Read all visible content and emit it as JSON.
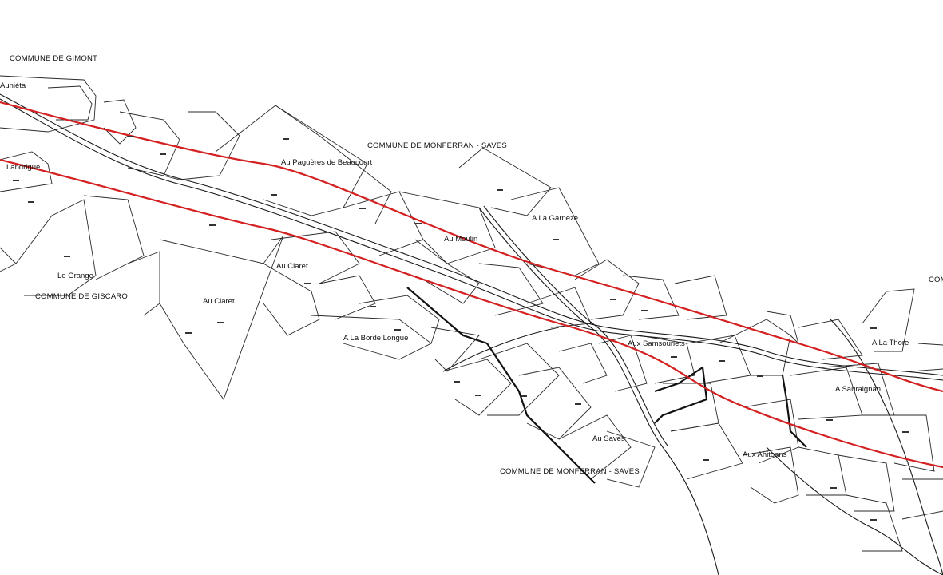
{
  "map": {
    "communes": {
      "gimont": "COMMUNE DE GIMONT",
      "monferran_top": "COMMUNE DE MONFERRAN - SAVES",
      "giscaro": "COMMUNE DE GISCARO",
      "monferran_bottom": "COMMUNE DE MONFERRAN - SAVES",
      "right_edge": "COM"
    },
    "places": {
      "aunieta": "Auniéta",
      "landrigue": "Landrigue",
      "le_grange": "Le Grange",
      "au_paguerres": "Au Paguères de Beaucourt",
      "au_claret_upper": "Au Claret",
      "au_claret_lower": "Au Claret",
      "au_moulin": "Au Moulin",
      "a_la_garneze": "A La Garneze",
      "a_la_borde_longue": "A La Borde Longue",
      "aux_samsouriets": "Aux Samsouriets",
      "a_la_thore": "A La Thore",
      "a_sauraignan": "A Sauraignan",
      "au_saves": "Au Saves",
      "aux_ahitoans": "Aux Ahitoans"
    },
    "colors": {
      "corridor": "#d42020",
      "linework": "#1a1a1a",
      "background": "#ffffff"
    }
  }
}
